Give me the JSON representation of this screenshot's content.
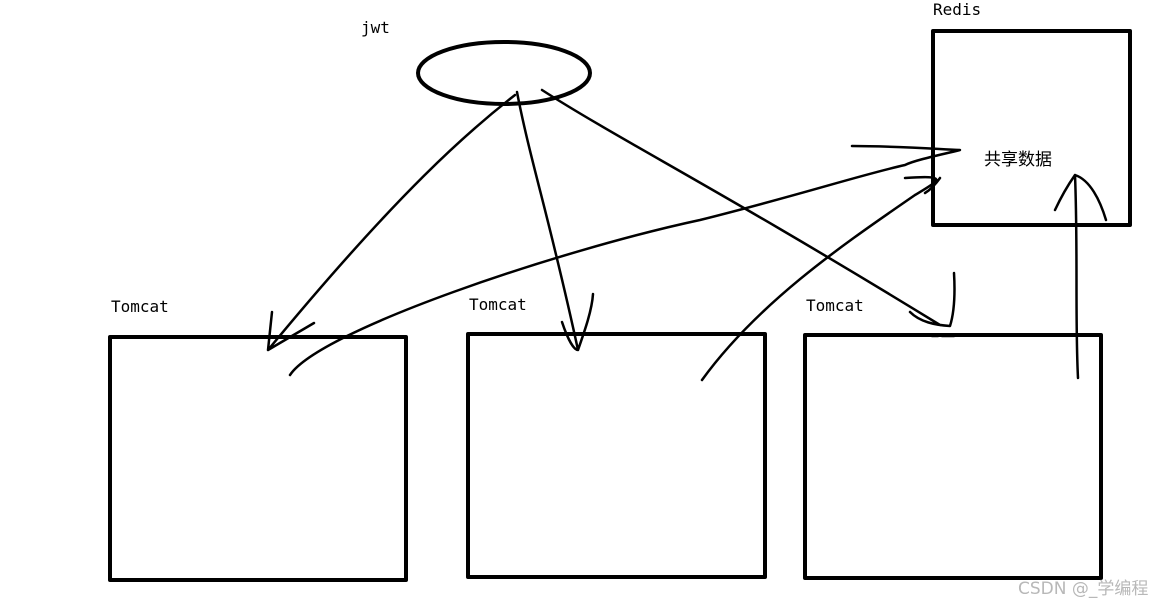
{
  "labels": {
    "jwt": "jwt",
    "redis": "Redis",
    "shared_data": "共享数据",
    "tomcat_1": "Tomcat",
    "tomcat_2": "Tomcat",
    "tomcat_3": "Tomcat"
  },
  "watermark": "CSDN @_学编程",
  "colors": {
    "stroke": "#000000",
    "watermark": "#b8b8b8"
  }
}
